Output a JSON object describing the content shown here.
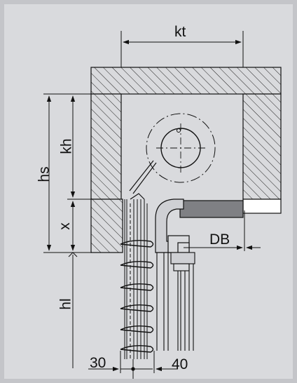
{
  "diagram": {
    "labels": {
      "kt": "kt",
      "hs": "hs",
      "kh": "kh",
      "x": "x",
      "hl": "hl",
      "db": "DB",
      "dim_30": "30",
      "dim_40": "40"
    },
    "colors": {
      "background": "#d9dadd",
      "frame": "#c4c5c9",
      "line": "#111111",
      "hatch": "#222222",
      "bar": "#7f8084",
      "white_plate": "#ffffff"
    }
  }
}
